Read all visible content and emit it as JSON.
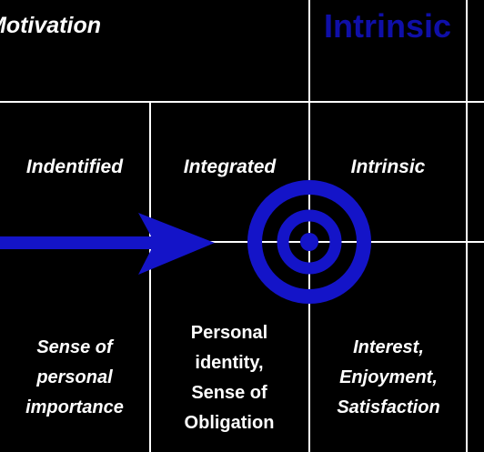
{
  "header": {
    "left_title": "Motivation",
    "right_title": "Intrinsic"
  },
  "columns": [
    {
      "label": "Indentified",
      "description": "Sense of personal importance"
    },
    {
      "label": "Integrated",
      "description": "Personal identity, Sense of Obligation"
    },
    {
      "label": "Intrinsic",
      "description": "Interest, Enjoyment, Satisfaction"
    }
  ],
  "colors": {
    "background": "#000000",
    "grid_lines": "#ffffff",
    "accent_blue": "#1414c8",
    "header_blue": "#0f0fa8"
  },
  "icons": {
    "arrow": "arrow-right-icon",
    "target": "target-icon"
  }
}
